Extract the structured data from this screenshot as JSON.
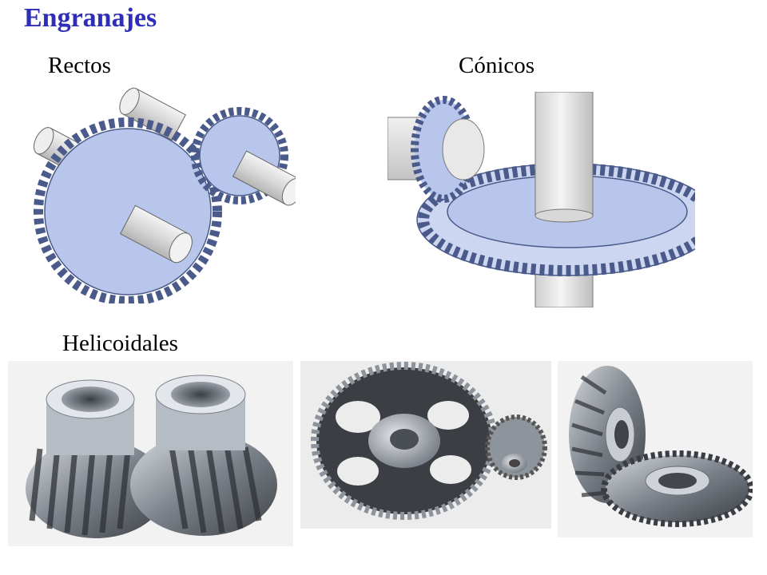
{
  "title": "Engranajes",
  "sections": {
    "rectos": "Rectos",
    "conicos": "Cónicos",
    "helicoidales": "Helicoidales"
  },
  "colors": {
    "title": "#2e2eb8",
    "gear_fill": "#b8c6ec",
    "gear_stroke": "#4a5a8a",
    "shaft_fill": "#e6e6e6",
    "steel": "#8a9099"
  },
  "icons": [
    "spur-gear-pair-illustration",
    "bevel-gear-illustration",
    "helical-gear-pair-photo",
    "worm-gear-photo",
    "spiral-bevel-gear-photo"
  ]
}
